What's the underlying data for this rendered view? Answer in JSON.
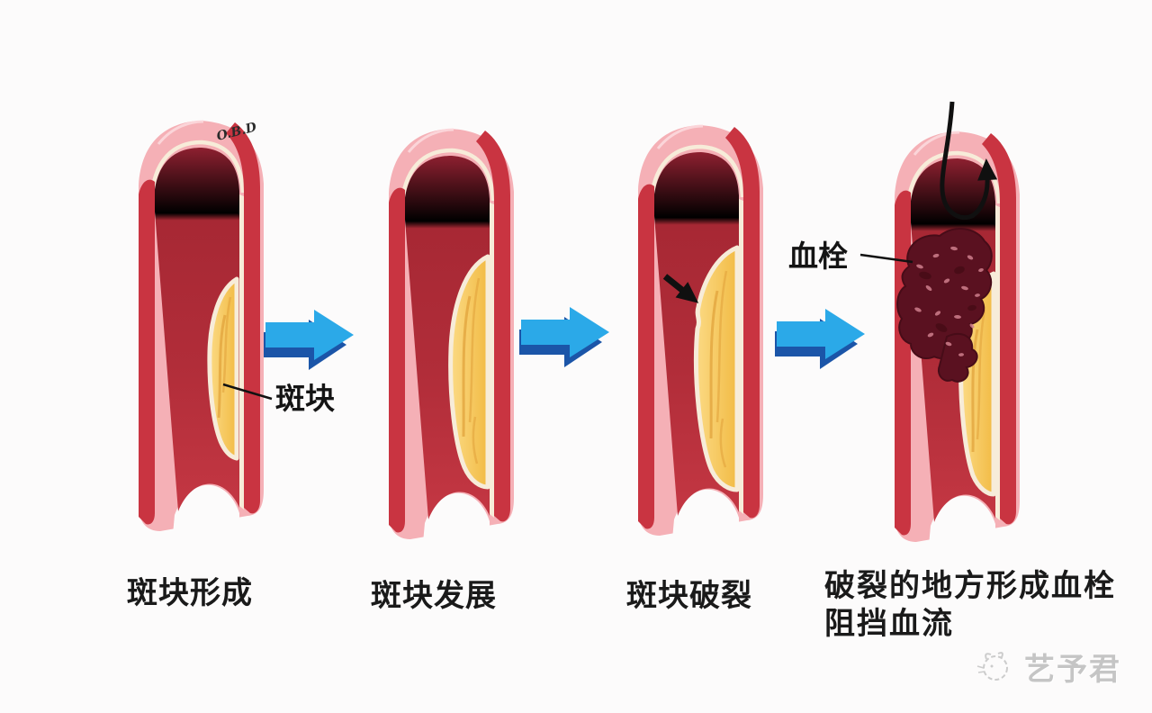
{
  "diagram": {
    "subject": "artery-plaque-progression",
    "stages": [
      {
        "caption": "斑块形成"
      },
      {
        "caption": "斑块发展"
      },
      {
        "caption": "斑块破裂"
      },
      {
        "caption_line1": "破裂的地方形成血栓",
        "caption_line2": "阻挡血流"
      }
    ],
    "annotations": {
      "plaque_label": "斑块",
      "thrombus_label": "血栓",
      "signature": "O.B.D"
    },
    "watermark": {
      "text": "艺予君",
      "icon": "mascot-sketch-icon"
    },
    "colors": {
      "background": "#fcfbfb",
      "vessel_outer_pink": "#f5b0b6",
      "vessel_wall_red": "#c93441",
      "lumen_dark_red": "#8e2030",
      "lumen_mid_red": "#b12d39",
      "lumen_light_red": "#c43743",
      "plaque_yellow": "#f2bb45",
      "plaque_highlight": "#fbda84",
      "plaque_border_cream": "#f7ecd9",
      "thrombus_maroon": "#5a1120",
      "flow_arrow_blue": "#2ba9e8",
      "flow_arrow_shadow_blue": "#1b55a8",
      "label_text": "#1a1a1a",
      "watermark_gray": "#c5c5c5"
    }
  }
}
